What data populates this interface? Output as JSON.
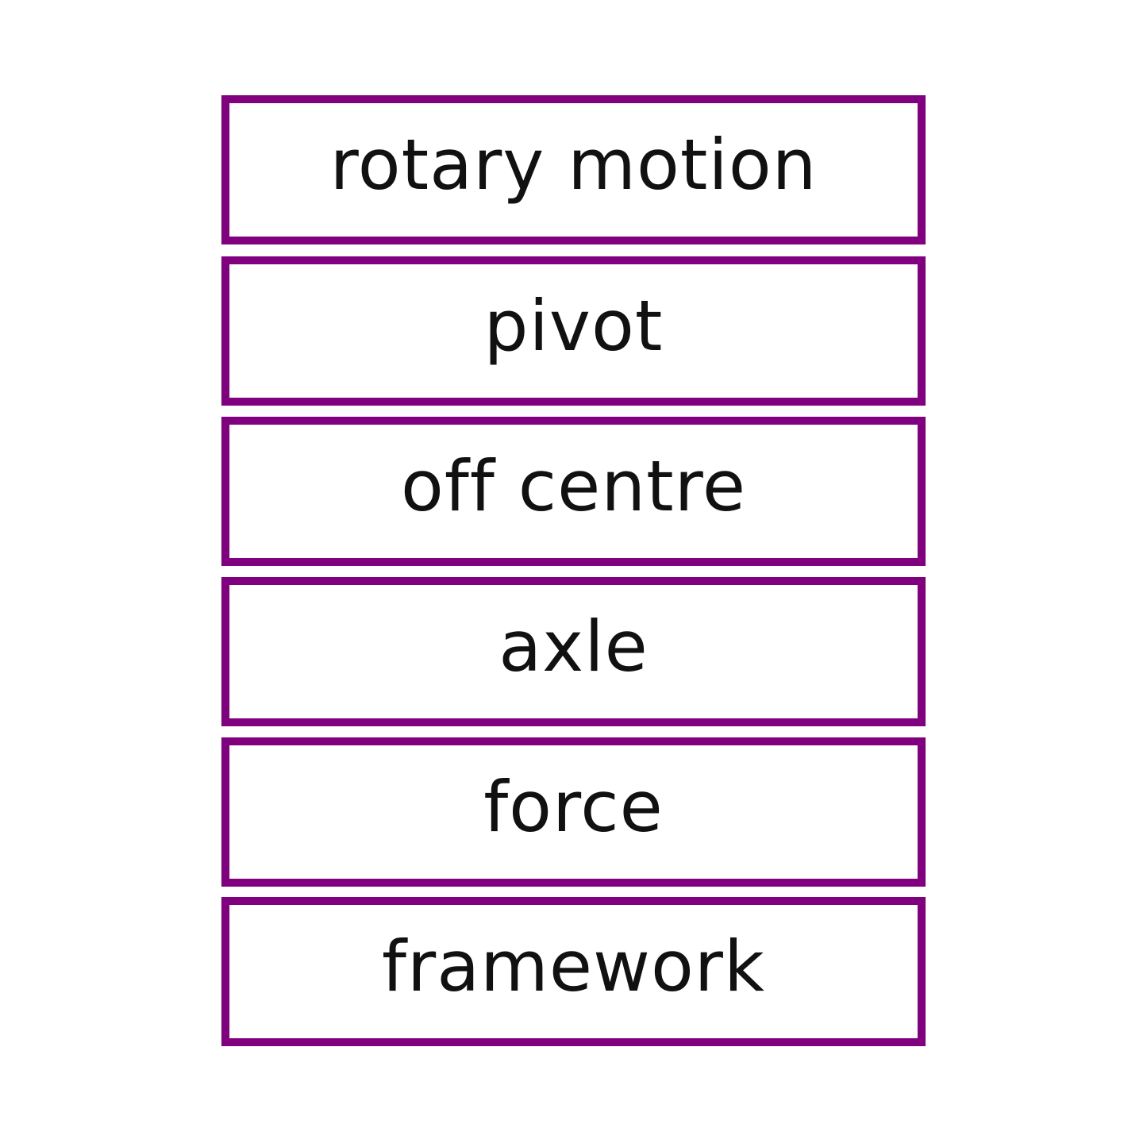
{
  "colors": {
    "border": "#800080",
    "text": "#111111",
    "background": "#ffffff"
  },
  "cards": [
    {
      "label": "rotary motion"
    },
    {
      "label": "pivot"
    },
    {
      "label": "off centre"
    },
    {
      "label": "axle"
    },
    {
      "label": "force"
    },
    {
      "label": "framework"
    }
  ]
}
